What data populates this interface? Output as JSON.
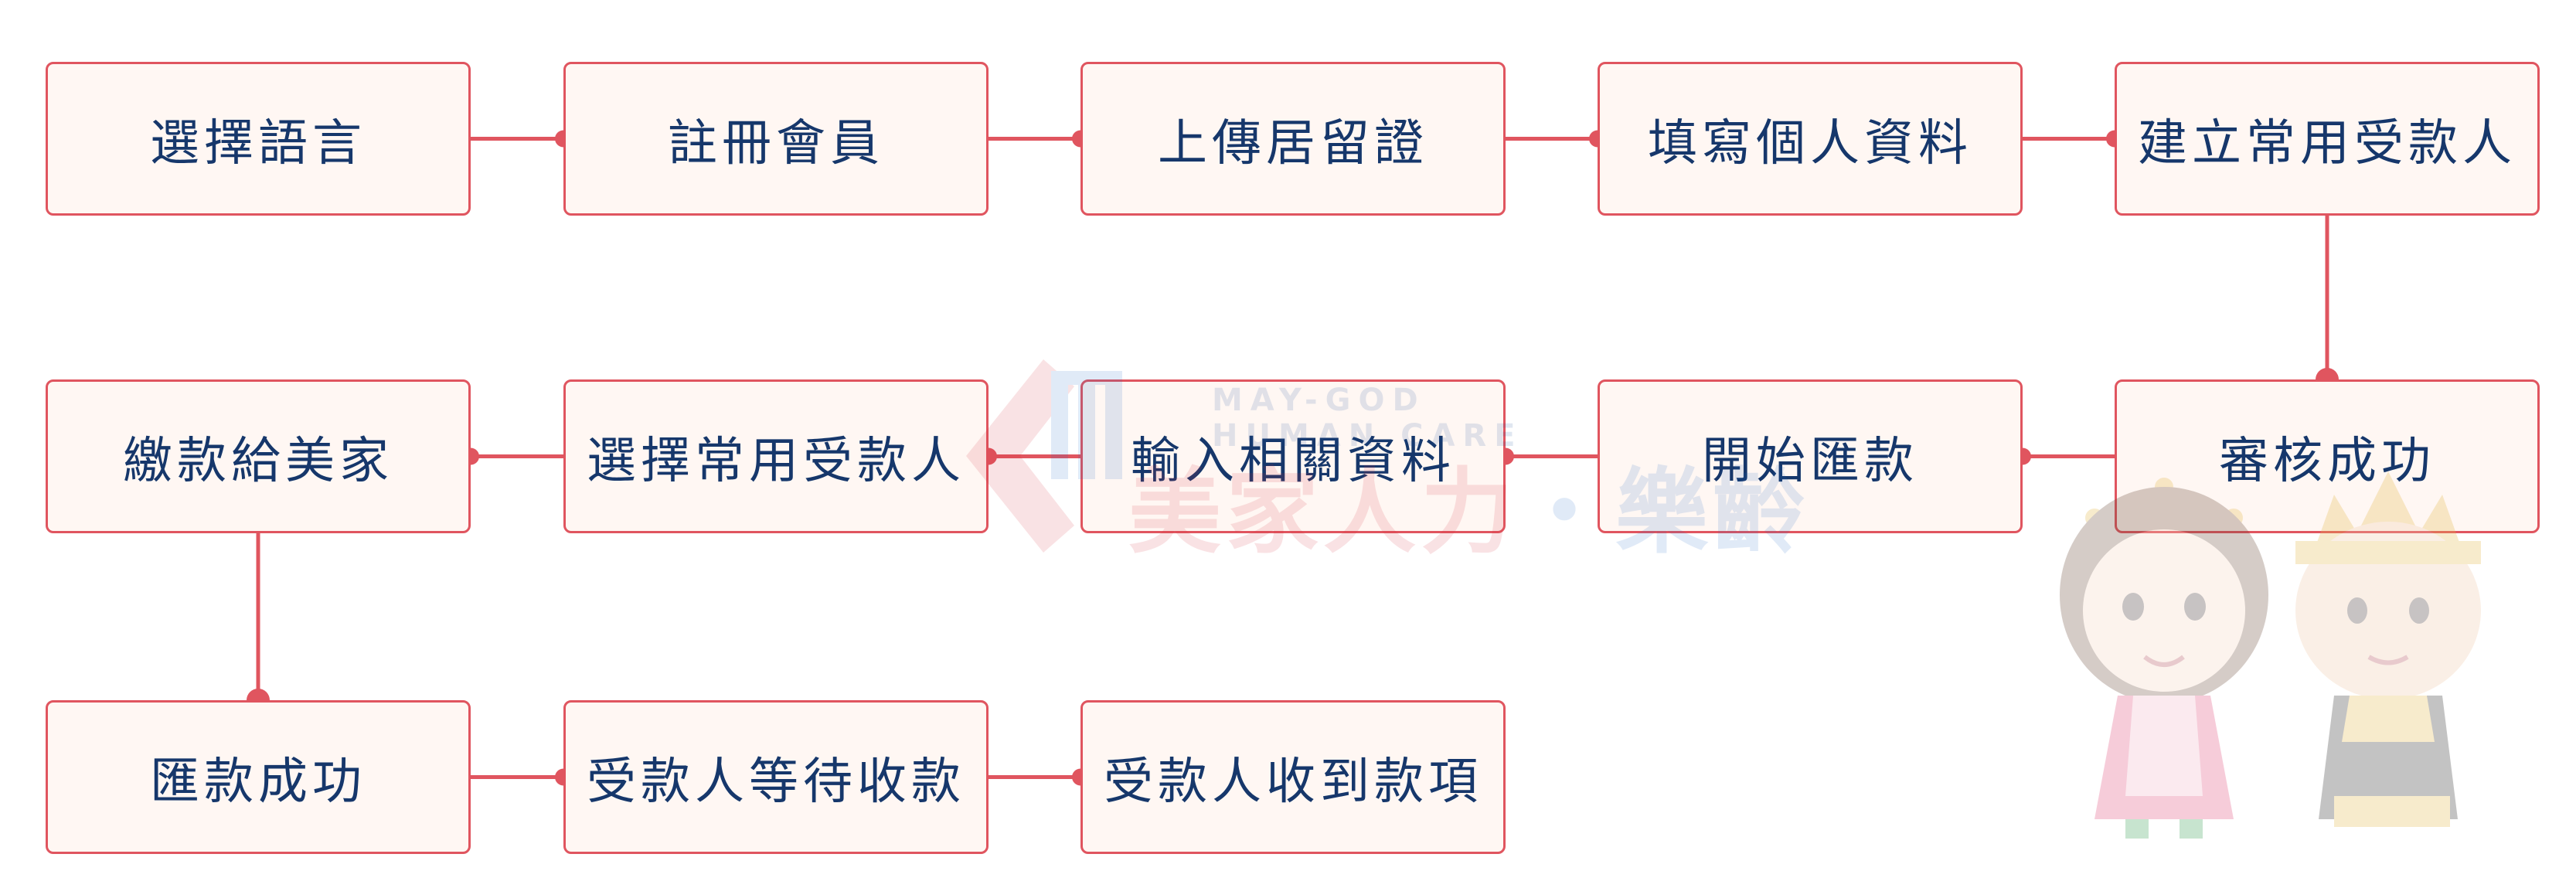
{
  "colors": {
    "box_border": "#e0555f",
    "box_fill": "#fff7f3",
    "connector": "#e0555f",
    "text": "#16376b"
  },
  "steps": [
    {
      "label": "選擇語言"
    },
    {
      "label": "註冊會員"
    },
    {
      "label": "上傳居留證"
    },
    {
      "label": "填寫個人資料"
    },
    {
      "label": "建立常用受款人"
    },
    {
      "label": "審核成功"
    },
    {
      "label": "開始匯款"
    },
    {
      "label": "輸入相關資料"
    },
    {
      "label": "選擇常用受款人"
    },
    {
      "label": "繳款給美家"
    },
    {
      "label": "匯款成功"
    },
    {
      "label": "受款人等待收款"
    },
    {
      "label": "受款人收到款項"
    }
  ],
  "watermark": {
    "brand_en": "MAY-GOD",
    "brand_en_2": "HUMAN CARE",
    "brand_cn_red": "美家人力",
    "brand_cn_sep": "・",
    "brand_cn_blue": "樂齡"
  }
}
